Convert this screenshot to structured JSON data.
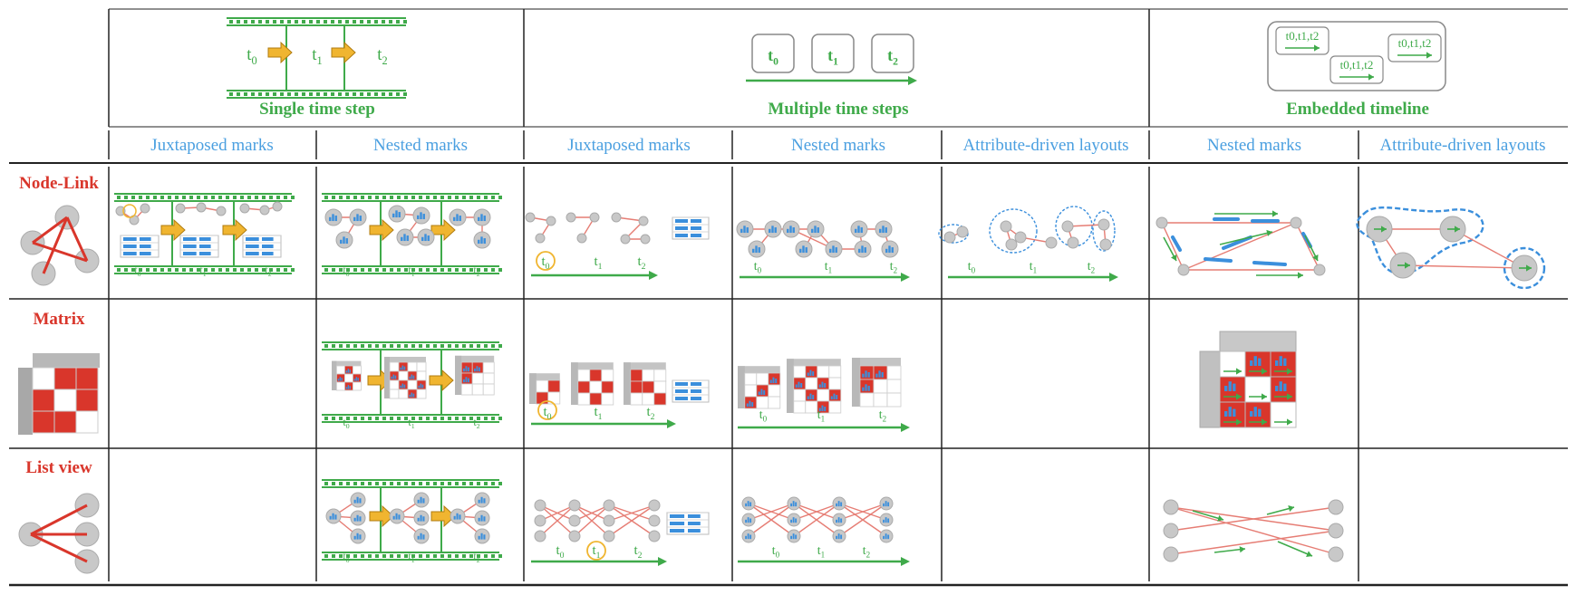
{
  "colors": {
    "green": "#3faa4a",
    "blue_text": "#4a9fe0",
    "red": "#d9362b",
    "node_gray": "#c8c8c8",
    "orange": "#f0b530",
    "bar_blue": "#3b8fdc",
    "edge_red": "#e67d74",
    "line": "#222222"
  },
  "time_labels": [
    "t0",
    "t1",
    "t2"
  ],
  "categories": [
    {
      "title": "Single time step",
      "subs": [
        "Juxtaposed marks",
        "Nested marks"
      ]
    },
    {
      "title": "Multiple time steps",
      "subs": [
        "Juxtaposed marks",
        "Nested marks",
        "Attribute-driven layouts"
      ]
    },
    {
      "title": "Embedded timeline",
      "subs": [
        "Nested marks",
        "Attribute-driven layouts"
      ]
    }
  ],
  "header_icons": {
    "multiple_boxes": [
      "t0",
      "t1",
      "t2"
    ],
    "embedded_boxes": [
      "t0,t1,t2",
      "t0,t1,t2",
      "t0,t1,t2"
    ]
  },
  "rows": [
    {
      "label": "Node-Link",
      "cells": [
        true,
        true,
        true,
        true,
        true,
        true,
        true
      ]
    },
    {
      "label": "Matrix",
      "cells": [
        false,
        true,
        true,
        true,
        false,
        true,
        false
      ]
    },
    {
      "label": "List view",
      "cells": [
        false,
        true,
        true,
        true,
        false,
        true,
        false
      ]
    }
  ]
}
